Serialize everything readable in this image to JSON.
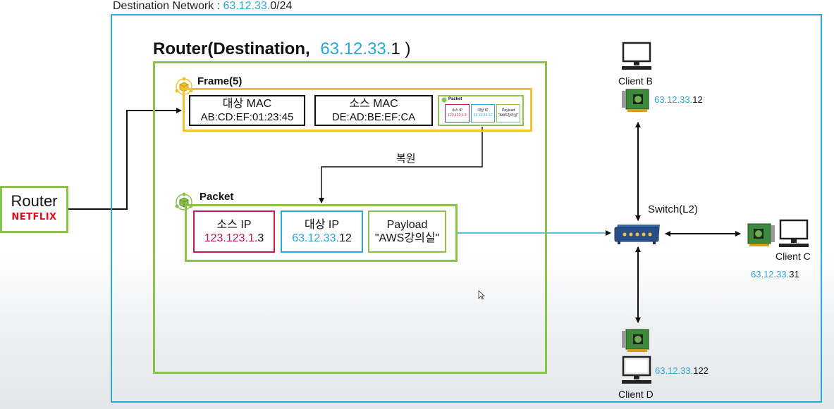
{
  "network": {
    "label": "Destination Network : ",
    "ip_prefix": "63.12.33.",
    "ip_suffix": "0/24"
  },
  "router": {
    "title": "Router(Destination,",
    "ip_prefix": "63.12.33.",
    "ip_suffix": "1 )"
  },
  "frame": {
    "label": "Frame(5)",
    "dst_mac": {
      "title": "대상 MAC",
      "value": "AB:CD:EF:01:23:45"
    },
    "src_mac": {
      "title": "소스 MAC",
      "value": "DE:AD:BE:EF:CA"
    },
    "mini_packet": {
      "label": "Packet",
      "src": [
        "소스 IP",
        "123.123.1.3"
      ],
      "dst": [
        "대상 IP",
        "63.12.33.12"
      ],
      "payload": [
        "Payload",
        "\"AWS강의실\""
      ]
    }
  },
  "restore_label": "복원",
  "packet": {
    "label": "Packet",
    "src_ip": {
      "title": "소스 IP",
      "value_prefix": "123.123.1.",
      "value_suffix": "3"
    },
    "dst_ip": {
      "title": "대상 IP",
      "value_prefix": "63.12.33.",
      "value_suffix": "12"
    },
    "payload": {
      "title": "Payload",
      "value": "\"AWS강의실\""
    }
  },
  "external_router": {
    "name": "Router",
    "brand": "NETFLIX"
  },
  "switch": {
    "label": "Switch(L2)"
  },
  "clients": {
    "b": {
      "name": "Client B",
      "ip_prefix": "63.12.33.",
      "ip_suffix": "12"
    },
    "c": {
      "name": "Client C",
      "ip_prefix": "63.12.33.",
      "ip_suffix": "31"
    },
    "d": {
      "name": "Client D",
      "ip_prefix": "63.12.33.",
      "ip_suffix": "122"
    }
  },
  "colors": {
    "network": "#2aa8d6",
    "router": "#8bc34a",
    "frame": "#f2c230",
    "source_ip": "#c2185b",
    "highlight": "#29a8d8"
  },
  "icons": [
    "frame-cube-icon",
    "packet-cube-icon",
    "computer-icon",
    "nic-card-icon",
    "switch-icon",
    "cursor-icon"
  ]
}
